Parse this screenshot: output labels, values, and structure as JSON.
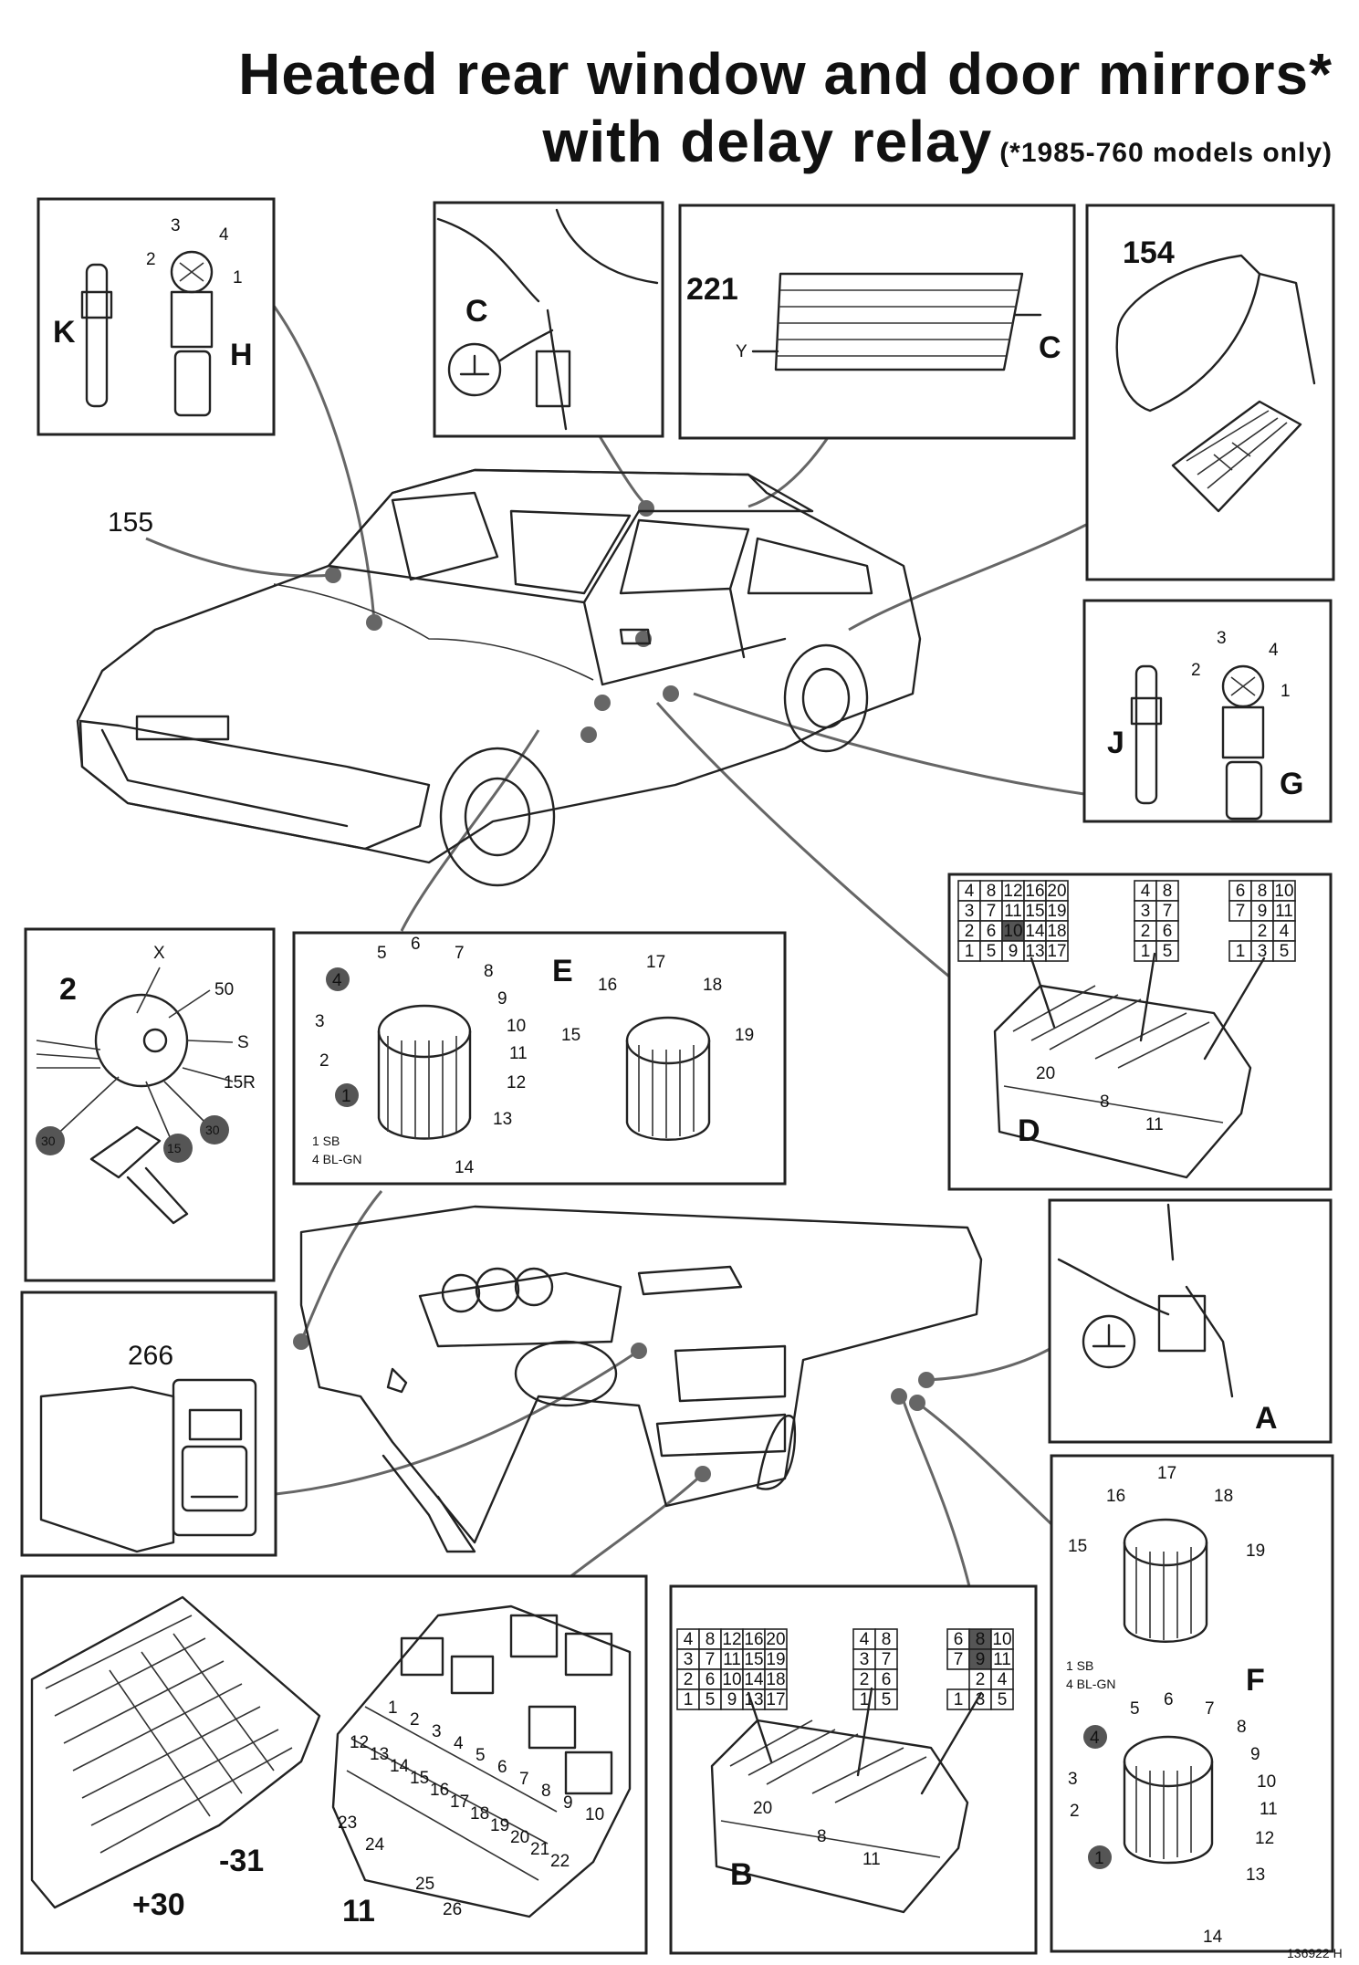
{
  "title": {
    "line1": "Heated rear window and door mirrors*",
    "line2": "with delay relay",
    "note": "(*1985-760 models only)"
  },
  "callouts": {
    "connector_K": "K",
    "connector_H": "H",
    "connector_J": "J",
    "connector_G": "G",
    "ground_C": "C",
    "rear_window_id": "221",
    "rear_window_Y": "Y",
    "rear_window_C": "C",
    "mirror_id": "154",
    "wiring_id": "155",
    "switch_id": "2",
    "rocker_switch_id": "266",
    "connector_E": "E",
    "connector_F": "F",
    "ground_A": "A",
    "fuse_box_D": "D",
    "fuse_box_B": "B",
    "relay_panel_id": "11",
    "terminal_minus31": "-31",
    "terminal_plus30": "+30",
    "image_code": "136922 H"
  },
  "pin_labels_4": [
    "1",
    "2",
    "3",
    "4"
  ],
  "ignition_terminals": [
    "X",
    "50",
    "S",
    "15R",
    "30",
    "15",
    "30"
  ],
  "connector_pins_14": [
    "1",
    "2",
    "3",
    "4",
    "5",
    "6",
    "7",
    "8",
    "9",
    "10",
    "11",
    "12",
    "13",
    "14"
  ],
  "connector_pins_15_19": [
    "15",
    "16",
    "17",
    "18",
    "19"
  ],
  "wire_legend": [
    "1  SB",
    "4  BL-GN"
  ],
  "fuse_grid_A": [
    [
      "4",
      "8",
      "12",
      "16",
      "20"
    ],
    [
      "3",
      "7",
      "11",
      "15",
      "19"
    ],
    [
      "2",
      "6",
      "10",
      "14",
      "18"
    ],
    [
      "1",
      "5",
      "9",
      "13",
      "17"
    ]
  ],
  "fuse_grid_B": [
    [
      "4",
      "8"
    ],
    [
      "3",
      "7"
    ],
    [
      "2",
      "6"
    ],
    [
      "1",
      "5"
    ]
  ],
  "fuse_grid_C": [
    [
      "6",
      "8",
      "10"
    ],
    [
      "7",
      "9",
      "11"
    ],
    [
      "",
      "2",
      "4"
    ],
    [
      "1",
      "3",
      "5"
    ]
  ],
  "fusebox_labels": [
    "20",
    "8",
    "11"
  ],
  "relay_numbers_row1": [
    "1",
    "2",
    "3",
    "4",
    "5",
    "6",
    "7",
    "8",
    "9",
    "10"
  ],
  "relay_numbers_row2": [
    "12",
    "13",
    "14",
    "15",
    "16",
    "17",
    "18",
    "19",
    "20",
    "21",
    "22"
  ],
  "relay_numbers_extra": [
    "23",
    "24",
    "25",
    "26"
  ]
}
